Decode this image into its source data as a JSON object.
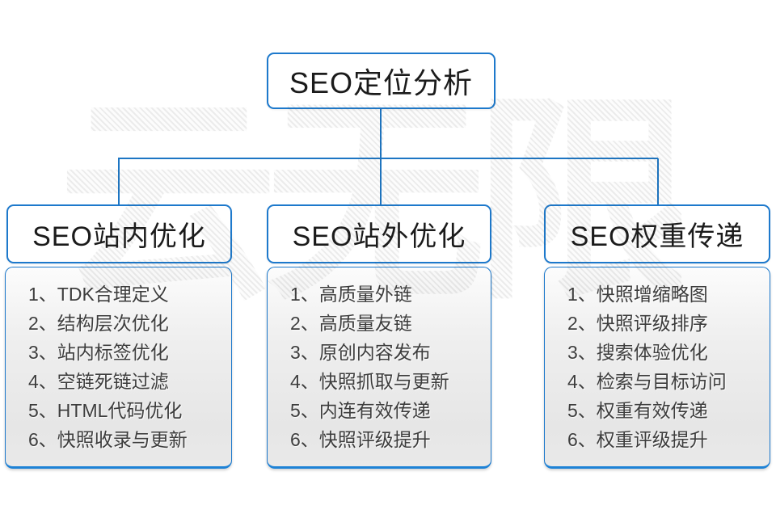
{
  "page": {
    "watermark_text": "云无限",
    "accent_blue": "#1d79cc",
    "panel_border_bottom_blue": "#1e82d6",
    "background": "#ffffff"
  },
  "root": {
    "title": "SEO定位分析"
  },
  "columns": [
    {
      "title": "SEO站内优化",
      "items": [
        "1、TDK合理定义",
        "2、结构层次优化",
        "3、站内标签优化",
        "4、空链死链过滤",
        "5、HTML代码优化",
        "6、快照收录与更新"
      ]
    },
    {
      "title": "SEO站外优化",
      "items": [
        "1、高质量外链",
        "2、高质量友链",
        "3、原创内容发布",
        "4、快照抓取与更新",
        "5、内连有效传递",
        "6、快照评级提升"
      ]
    },
    {
      "title": "SEO权重传递",
      "items": [
        "1、快照增缩略图",
        "2、快照评级排序",
        "3、搜索体验优化",
        "4、检索与目标访问",
        "5、权重有效传递",
        "6、权重评级提升"
      ]
    }
  ]
}
